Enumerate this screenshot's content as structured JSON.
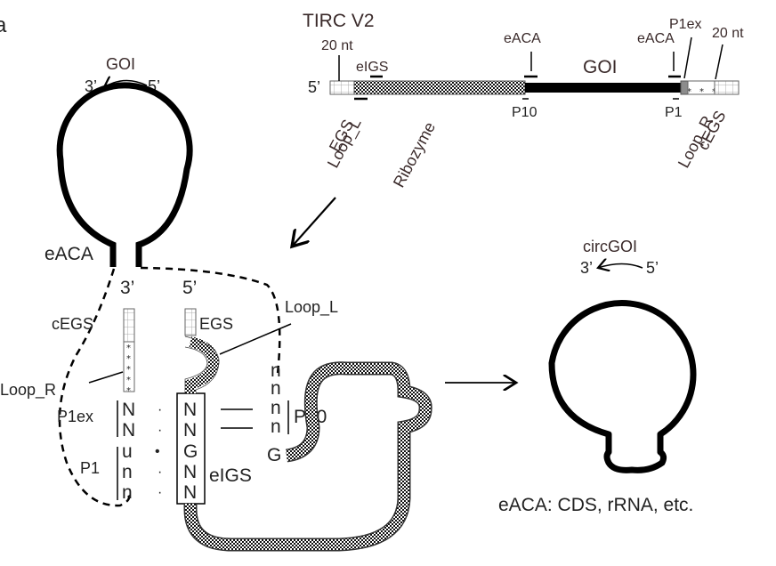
{
  "panel_label": "a",
  "construct": {
    "title": "TIRC V2",
    "five_prime": "5’",
    "top_labels": {
      "twenty_nt_left": "20 nt",
      "eigs": "eIGS",
      "eaca_left": "eACA",
      "goi": "GOI",
      "eaca_right": "eACA",
      "p1ex": "P1ex",
      "twenty_nt_right": "20 nt"
    },
    "bottom_labels": {
      "egs": "EGS",
      "loop_l": "Loop_L",
      "ribozyme": "Ribozyme",
      "p10": "P10",
      "p1": "P1",
      "loop_r": "Loop_R",
      "cegs": "cEGS"
    }
  },
  "precursor": {
    "goi": "GOI",
    "three_prime": "3’",
    "five_prime": "5’",
    "eaca": "eACA",
    "strand_3": "3’",
    "strand_5": "5’",
    "cegs": "cEGS",
    "egs": "EGS",
    "loop_l": "Loop_L",
    "loop_r": "Loop_R",
    "p1ex": "P1ex",
    "p1": "P1",
    "p10": "P10",
    "eigs": "eIGS",
    "left_strand": [
      "N",
      "N",
      "u",
      "n",
      "n"
    ],
    "pair_marks": [
      "·",
      "·",
      "•",
      "·",
      "·"
    ],
    "igs_box": [
      "N",
      "N",
      "G",
      "N",
      "N"
    ],
    "right_strand": [
      "n",
      "n",
      "n",
      "n",
      "G"
    ]
  },
  "product": {
    "title": "circGOI",
    "three_prime": "3’",
    "five_prime": "5’",
    "caption": "eACA: CDS, rRNA, etc."
  },
  "colors": {
    "ink": "#000000",
    "label": "#3a2a2a",
    "p1ex_fill": "#8c8c8c"
  }
}
